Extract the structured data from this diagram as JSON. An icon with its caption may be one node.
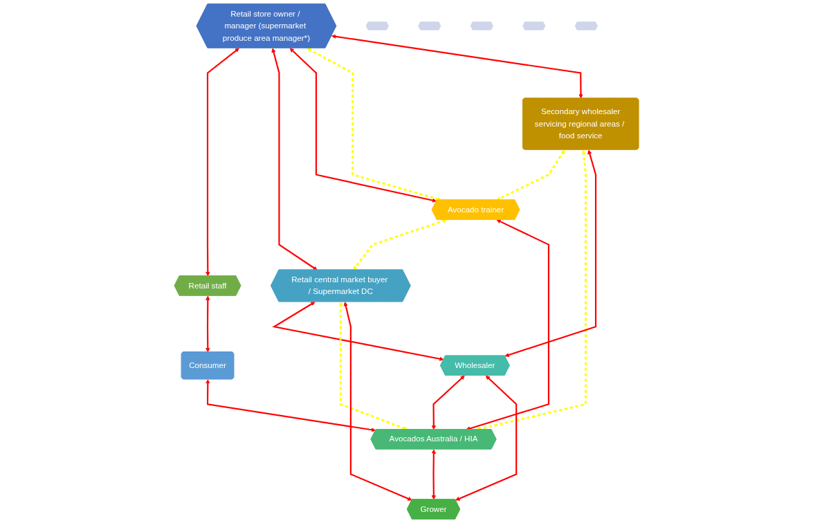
{
  "diagram": {
    "nodes": [
      {
        "text": [
          "Retail store owner / manager (supermarket produce area manager*)"
        ]
      },
      {
        "text": [
          "Retail staff"
        ]
      },
      {
        "text": [
          "Secondary wholesaler",
          "servicing regional areas / food service"
        ]
      },
      {
        "text": [
          "Retail central market buyer / Supermarket DC"
        ]
      },
      {
        "text": [
          "Avocado trainer"
        ]
      },
      {
        "text": [
          "Consumer"
        ]
      },
      {
        "text": [
          "Wholesaler"
        ]
      },
      {
        "text": [
          "Avocados Australia / HIA"
        ]
      },
      {
        "text": [
          "Grower"
        ]
      },
      {
        "text": [],
        "shape": "hexagon"
      },
      {
        "text": [],
        "shape": "hexagon"
      },
      {
        "text": [],
        "shape": "hexagon"
      },
      {
        "text": [],
        "shape": "hexagon"
      },
      {
        "text": [],
        "shape": "hexagon"
      }
    ],
    "edges": [
      {
        "from": 0,
        "to": 1,
        "arrow": "both"
      },
      {
        "from": 0,
        "to": 3,
        "arrow": "both"
      },
      {
        "from": 0,
        "to": 4,
        "arrow": "both"
      },
      {
        "from": 0,
        "to": 4,
        "arrow": "both",
        "style": "dashed",
        "color": "#ffff00"
      },
      {
        "from": 4,
        "to": 3,
        "arrow": "both",
        "style": "dashed",
        "color": "#ffff00"
      },
      {
        "from": 0,
        "to": 2,
        "arrow": "both"
      },
      {
        "from": 1,
        "to": 5,
        "arrow": "both"
      },
      {
        "from": 3,
        "to": 6,
        "arrow": "both"
      },
      {
        "from": 3,
        "to": 7,
        "arrow": "both",
        "style": "dashed",
        "color": "#ffff00"
      },
      {
        "from": 3,
        "to": 8,
        "arrow": "both"
      },
      {
        "from": 2,
        "to": 4,
        "arrow": "both",
        "style": "dashed",
        "color": "#ffff00"
      },
      {
        "from": 2,
        "to": 7,
        "arrow": "both",
        "style": "dashed",
        "color": "#ffff00"
      },
      {
        "from": 2,
        "to": 6,
        "arrow": "both"
      },
      {
        "from": 4,
        "to": 7,
        "arrow": "both"
      },
      {
        "from": 5,
        "to": 7,
        "arrow": "both"
      },
      {
        "from": 6,
        "to": 7,
        "arrow": "both"
      },
      {
        "from": 6,
        "to": 8,
        "arrow": "both"
      },
      {
        "from": 7,
        "to": 8,
        "arrow": "both"
      }
    ]
  }
}
